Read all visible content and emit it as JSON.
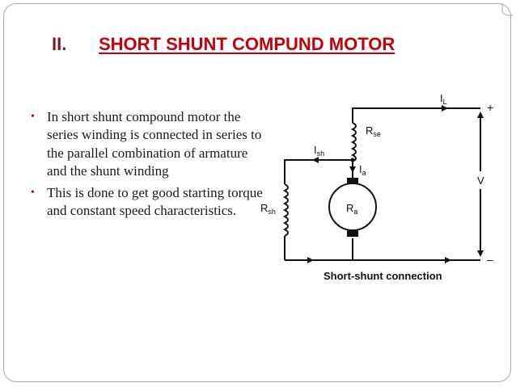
{
  "slide": {
    "number": "II.",
    "title": "SHORT SHUNT COMPUND MOTOR",
    "bullets": [
      "In short shunt compound motor the series winding is connected in series to the parallel combination of armature and the shunt winding",
      "This is done to get good starting torque and constant speed characteristics."
    ],
    "bullet_glyph": "•"
  },
  "diagram": {
    "caption": "Short-shunt connection",
    "line_current": "I",
    "line_current_sub": "L",
    "shunt_current": "I",
    "shunt_current_sub": "sh",
    "armature_current": "I",
    "armature_current_sub": "a",
    "series_resistance": "R",
    "series_resistance_sub": "se",
    "shunt_resistance": "R",
    "shunt_resistance_sub": "sh",
    "armature_resistance": "R",
    "armature_resistance_sub": "a",
    "voltage": "V",
    "plus": "+",
    "minus": "–"
  },
  "colors": {
    "accent": "#c0000b",
    "number": "#7a1a1a",
    "border": "#a9a9a9"
  }
}
